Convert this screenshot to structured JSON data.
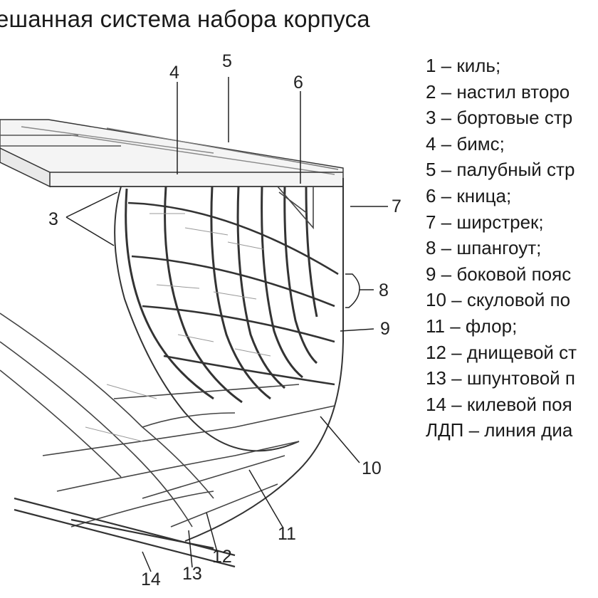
{
  "title": "ешанная система набора корпуса",
  "legend": [
    "1 – киль;",
    "2 – настил второ",
    "3 – бортовые стр",
    "4 – бимс;",
    "5 – палубный стр",
    "6 – кница;",
    "7 – ширстрек;",
    "8 – шпангоут;",
    "9 – боковой пояс",
    "10 – скуловой по",
    "11 – флор;",
    "12 – днищевой ст",
    "13 – шпунтовой п",
    "14 – килевой поя",
    "ЛДП – линия диа"
  ],
  "callouts": [
    "4",
    "5",
    "6",
    "3",
    "7",
    "8",
    "9",
    "10",
    "11",
    "12",
    "13",
    "14"
  ]
}
